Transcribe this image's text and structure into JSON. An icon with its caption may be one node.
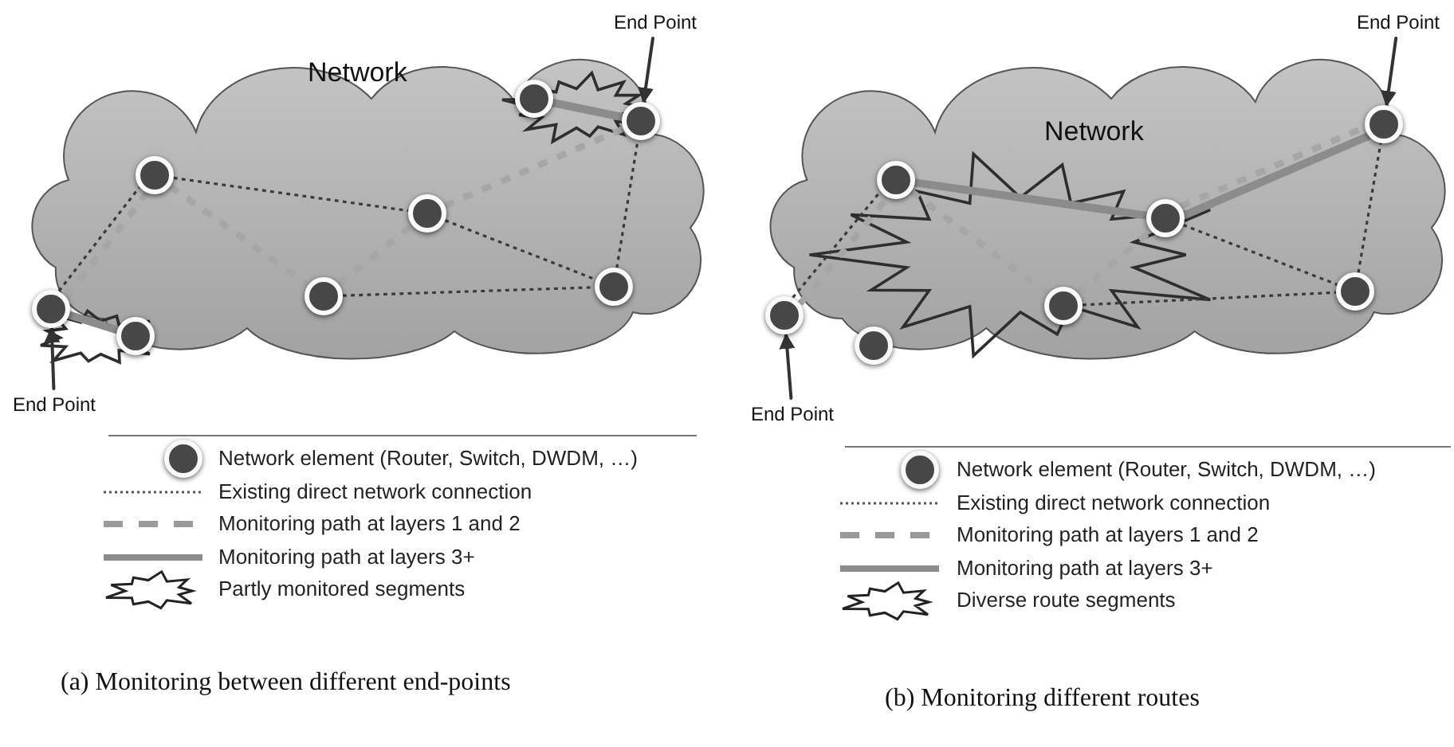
{
  "diagram": {
    "nodes": [
      {
        "text": [
          "Network"
        ]
      },
      {
        "text": [],
        "shape": "circle",
        "in": 0
      },
      {
        "text": [],
        "shape": "circle",
        "in": 0
      },
      {
        "text": [],
        "shape": "circle",
        "in": 0
      },
      {
        "text": [],
        "shape": "circle",
        "in": 0
      },
      {
        "text": [],
        "shape": "circle",
        "in": 0
      },
      {
        "text": [],
        "shape": "circle",
        "in": 0
      },
      {
        "text": [],
        "shape": "circle",
        "in": 0
      },
      {
        "text": [],
        "shape": "circle",
        "in": 0
      },
      {
        "text": [
          "End Point"
        ]
      },
      {
        "text": [
          "End Point"
        ]
      },
      {
        "text": [
          "Network"
        ]
      },
      {
        "text": [],
        "shape": "circle",
        "in": 11
      },
      {
        "text": [],
        "shape": "circle",
        "in": 11
      },
      {
        "text": [],
        "shape": "circle",
        "in": 11
      },
      {
        "text": [],
        "shape": "circle",
        "in": 11
      },
      {
        "text": [],
        "shape": "circle",
        "in": 11
      },
      {
        "text": [],
        "shape": "circle",
        "in": 11
      },
      {
        "text": [],
        "shape": "circle",
        "in": 11
      },
      {
        "text": [
          "End Point"
        ]
      },
      {
        "text": [
          "End Point"
        ]
      }
    ],
    "edges": [
      {
        "from": 1,
        "to": 3,
        "arrow": "none",
        "style": "dashed"
      },
      {
        "from": 3,
        "to": 4,
        "arrow": "none",
        "style": "dashed"
      },
      {
        "from": 4,
        "to": 6,
        "arrow": "none",
        "style": "dashed"
      },
      {
        "from": 5,
        "to": 6,
        "arrow": "none",
        "style": "dashed"
      },
      {
        "from": 6,
        "to": 8,
        "arrow": "none",
        "style": "dashed"
      },
      {
        "from": 1,
        "to": 3,
        "arrow": "none",
        "style": "dashed",
        "color": "#a6a6a6"
      },
      {
        "from": 3,
        "to": 5,
        "arrow": "none",
        "style": "dashed",
        "color": "#a6a6a6"
      },
      {
        "from": 5,
        "to": 4,
        "arrow": "none",
        "style": "dashed",
        "color": "#a6a6a6"
      },
      {
        "from": 4,
        "to": 8,
        "arrow": "none",
        "style": "dashed",
        "color": "#a6a6a6"
      },
      {
        "from": 1,
        "to": 2,
        "arrow": "none",
        "style": "thick",
        "color": "#8c8c8c"
      },
      {
        "from": 7,
        "to": 8,
        "arrow": "none",
        "style": "thick",
        "color": "#8c8c8c"
      },
      {
        "from": 9,
        "to": 8,
        "arrow": "to"
      },
      {
        "from": 10,
        "to": 1,
        "arrow": "to"
      },
      {
        "from": 12,
        "to": 14,
        "arrow": "none",
        "style": "dashed"
      },
      {
        "from": 15,
        "to": 17,
        "arrow": "none",
        "style": "dashed"
      },
      {
        "from": 16,
        "to": 17,
        "arrow": "none",
        "style": "dashed"
      },
      {
        "from": 17,
        "to": 18,
        "arrow": "none",
        "style": "dashed"
      },
      {
        "from": 12,
        "to": 14,
        "arrow": "none",
        "style": "dashed",
        "color": "#a6a6a6"
      },
      {
        "from": 14,
        "to": 16,
        "arrow": "none",
        "style": "dashed",
        "color": "#a6a6a6"
      },
      {
        "from": 16,
        "to": 15,
        "arrow": "none",
        "style": "dashed",
        "color": "#a6a6a6"
      },
      {
        "from": 15,
        "to": 18,
        "arrow": "none",
        "style": "dashed",
        "color": "#a6a6a6"
      },
      {
        "from": 14,
        "to": 15,
        "arrow": "none",
        "style": "thick",
        "color": "#8c8c8c"
      },
      {
        "from": 15,
        "to": 18,
        "arrow": "none",
        "style": "thick",
        "color": "#8c8c8c"
      },
      {
        "from": 19,
        "to": 18,
        "arrow": "to"
      },
      {
        "from": 20,
        "to": 12,
        "arrow": "to"
      }
    ],
    "labels": [
      "(a) Monitoring between different end-points",
      "(b) Monitoring different routes"
    ],
    "legend": [
      {
        "text": "Network element (Router, Switch, DWDM, …)"
      },
      {
        "text": "Existing direct network connection"
      },
      {
        "text": "Monitoring path at layers 1 and 2"
      },
      {
        "text": "Monitoring path at layers 3+"
      },
      {
        "text": "Partly monitored segments"
      },
      {
        "text": "Network element (Router, Switch, DWDM, …)"
      },
      {
        "text": "Existing direct network connection"
      },
      {
        "text": "Monitoring path at layers 1 and 2"
      },
      {
        "text": "Monitoring path at layers 3+"
      },
      {
        "text": "Diverse route segments"
      }
    ]
  }
}
